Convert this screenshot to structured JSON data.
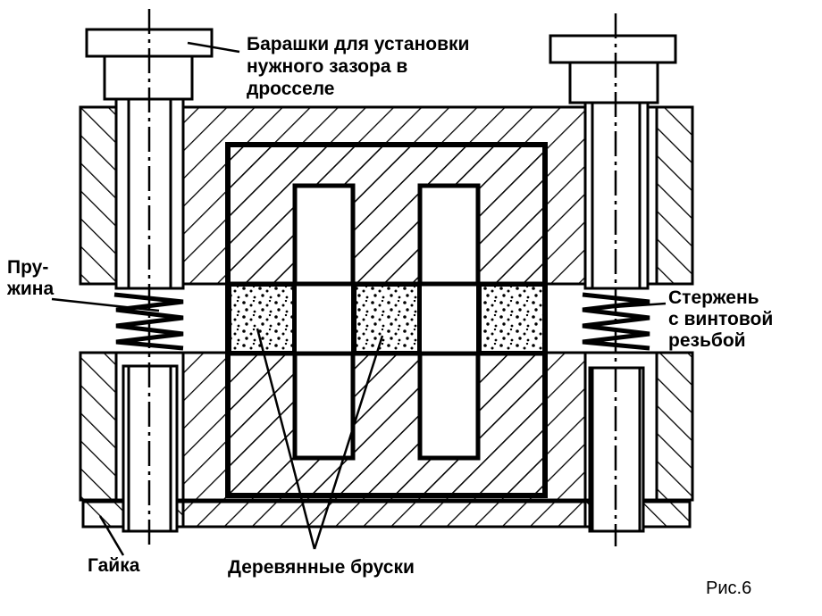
{
  "labels": {
    "knobs": [
      "Барашки для установки",
      "нужного зазора в",
      "дросселе"
    ],
    "spring": [
      "Пру-",
      "жина"
    ],
    "rod": [
      "Стержень",
      "с винтовой",
      "резьбой"
    ],
    "nut": "Гайка",
    "blocks": "Деревянные бруски",
    "figure": "Рис.6"
  },
  "colors": {
    "ink": "#000000",
    "paper": "#ffffff"
  }
}
